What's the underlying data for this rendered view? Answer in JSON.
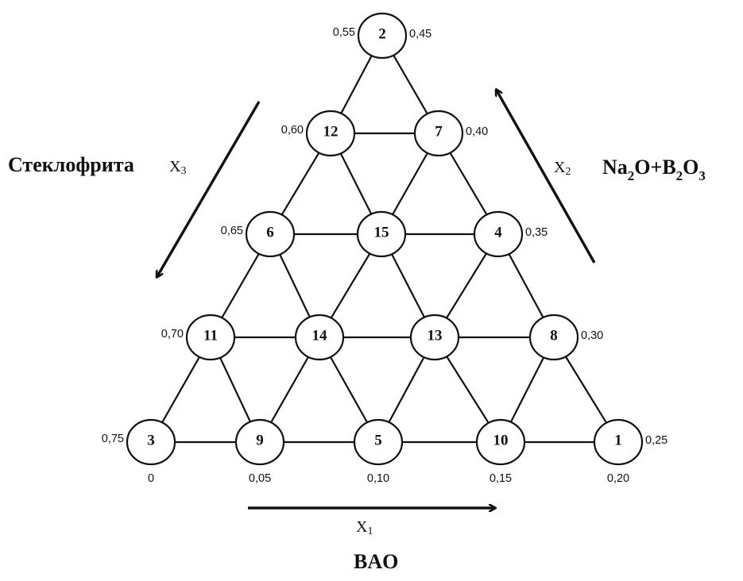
{
  "diagram": {
    "type": "ternary-lattice",
    "nodes": [
      {
        "id": "2",
        "row": 0,
        "col": 0,
        "left_value": "0,55",
        "right_value": "0,45"
      },
      {
        "id": "12",
        "row": 1,
        "col": 0,
        "left_value": "0,60"
      },
      {
        "id": "7",
        "row": 1,
        "col": 1,
        "right_value": "0,40"
      },
      {
        "id": "6",
        "row": 2,
        "col": 0,
        "left_value": "0,65"
      },
      {
        "id": "15",
        "row": 2,
        "col": 1
      },
      {
        "id": "4",
        "row": 2,
        "col": 2,
        "right_value": "0,35"
      },
      {
        "id": "11",
        "row": 3,
        "col": 0,
        "left_value": "0,70"
      },
      {
        "id": "14",
        "row": 3,
        "col": 1
      },
      {
        "id": "13",
        "row": 3,
        "col": 2
      },
      {
        "id": "8",
        "row": 3,
        "col": 3,
        "right_value": "0,30"
      },
      {
        "id": "3",
        "row": 4,
        "col": 0,
        "left_value": "0,75",
        "bottom_value": "0"
      },
      {
        "id": "9",
        "row": 4,
        "col": 1,
        "bottom_value": "0,05"
      },
      {
        "id": "5",
        "row": 4,
        "col": 2,
        "bottom_value": "0,10"
      },
      {
        "id": "10",
        "row": 4,
        "col": 3,
        "bottom_value": "0,15"
      },
      {
        "id": "1",
        "row": 4,
        "col": 4,
        "right_value": "0,25",
        "bottom_value": "0,20"
      }
    ],
    "axes": {
      "x1": {
        "var": "X",
        "sub": "1",
        "component": "BAO",
        "direction": "left-to-right along base"
      },
      "x2": {
        "var": "X",
        "sub": "2",
        "component_parts": [
          {
            "text": "Na"
          },
          {
            "text": "2",
            "sub": true
          },
          {
            "text": "O+B"
          },
          {
            "text": "2",
            "sub": true
          },
          {
            "text": "O"
          },
          {
            "text": "3",
            "sub": true
          }
        ],
        "direction": "up along right side"
      },
      "x3": {
        "var": "X",
        "sub": "3",
        "component": "Стеклофрита",
        "direction": "down along left side"
      }
    }
  }
}
